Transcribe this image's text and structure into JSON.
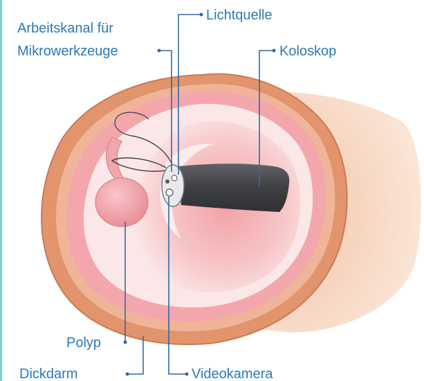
{
  "labels": {
    "arbeitskanal_line1": "Arbeitskanal für",
    "arbeitskanal_line2": "Mikrowerkzeuge",
    "lichtquelle": "Lichtquelle",
    "koloskop": "Koloskop",
    "polyp": "Polyp",
    "dickdarm": "Dickdarm",
    "videokamera": "Videokamera"
  },
  "colors": {
    "label_text": "#2c78b8",
    "leader_line": "#2c6aa6",
    "outer_wall": "#e2946c",
    "mucosa_pink": "#f3a7ad",
    "lumen_light": "#fbe3e3",
    "colonoscope": "#4a4b4e",
    "polyp": "#f1a6ac",
    "accent_rule": "#7fd3cf"
  }
}
